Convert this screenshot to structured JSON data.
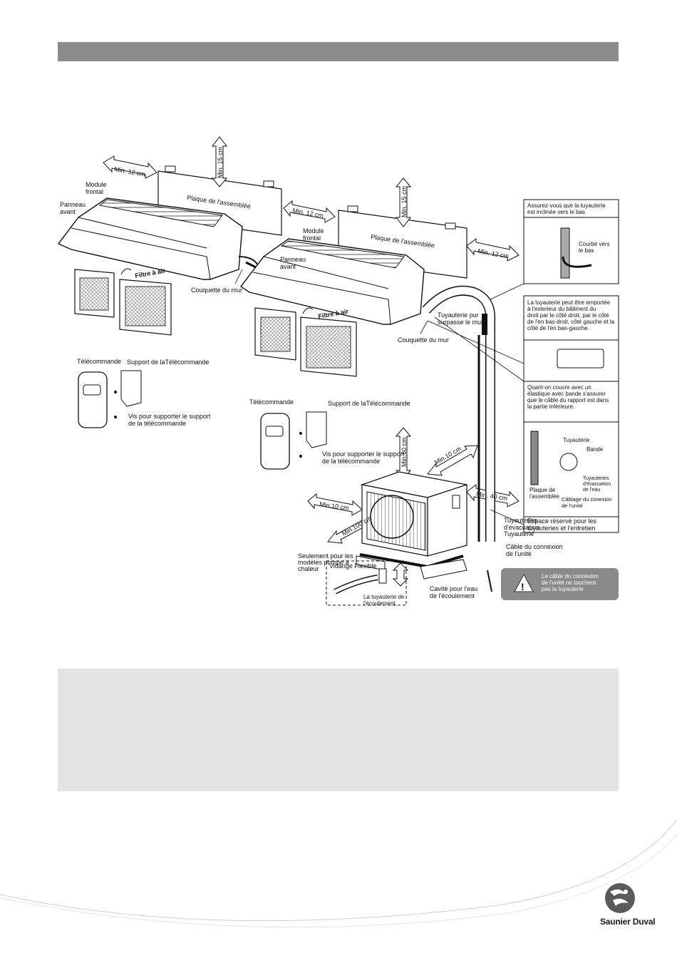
{
  "labels": {
    "module_frontal": "Module\nfrontal",
    "panneau_avant": "Panneau\navant",
    "min12_left": "Min. 12 cm",
    "min15_left": "Min. 15 cm",
    "plaque_left": "Plaque de l'assemblée",
    "min12_middle": "Min. 12 cm",
    "filtre_left": "Filtre à air",
    "couquette_left": "Couquette du mur",
    "module_frontal_right": "Module\nfrontal",
    "panneau_avant_right": "Panneau\navant",
    "min15_right": "Min. 15 cm",
    "plaque_right": "Plaque de l'assemblée",
    "min12_right": "Min. 12 cm",
    "filtre_right": "Filtre à air",
    "tuyauterie_pur": "Tuyauterie pur\nsurpasse le mur",
    "couquette_right": "Couquette du mur",
    "telecommande_left": "Télécommande",
    "support_left": "Support de laTélécommande",
    "vis_left": "Vis pour supporter le support\nde la télécommande",
    "telecommande_right": "Télécommande",
    "support_right": "Support de laTélécommande",
    "vis_right": "Vis pour supporter le support\nde la télécommande",
    "min60": "Min.60 cm",
    "min10_top": "Min.10 cm",
    "min10_left": "Min.10 cm",
    "min100": "Min.100 cm",
    "min40": "Min. 40 cm",
    "tuyauteries_evac": "Tuyauteries\nd'évacuation",
    "tuyauterie": "Tuyauterie",
    "cable_connexion": "Câble du connexion\nde l'unité",
    "seulement": "Seulement pour les\nmodèles pompe à\nchaleur",
    "vidange": "Vidange Flexible",
    "tuyauterie_ecoulement": "La tuyauterie de\nl'écoulement.",
    "cavite": "Cavité pour l'eau\nde l'écoulement",
    "espace": "Espace réservé pour les\ntuyauteries et l'entretien"
  },
  "side_panels": {
    "panel1_text": "Assurez-vous que la tuyauterie\nest inclinée vers le bas",
    "panel1_label": "Courbé vers\nle bas",
    "panel2_text": "La tuyauterie peut être emportée\nà l'exterieur du bâtiment du\ndroit par le côté droit, par le côté\nde l'en bas-droit, côté gauche et la\ncôté de l'en bas-gauche.",
    "panel3_text": "Quant-on couvre avec un\nélastique avec bande s'assurer\nque le câble du rapport est dans\nla partie inférieure.",
    "panel4_tuyauterie": "Tuyauterie",
    "panel4_bande": "Bande",
    "panel4_tuyauteries_evac": "Tuyauteries\nd'évacuation\nde l'eau",
    "panel4_plaque": "Plaque de\nl'assemblée",
    "panel4_cablage": "Câblage du conexion\nde l'unité"
  },
  "warning": {
    "symbol": "!",
    "text": "Le câble du connexion\nde l'unité ne touchera\npas la tuyauterie"
  },
  "brand": {
    "name": "Saunier Duval"
  },
  "colors": {
    "header_bar": "#8c8c8c",
    "note_box": "#e3e3e3",
    "warning_bg": "#8a8a8a"
  }
}
